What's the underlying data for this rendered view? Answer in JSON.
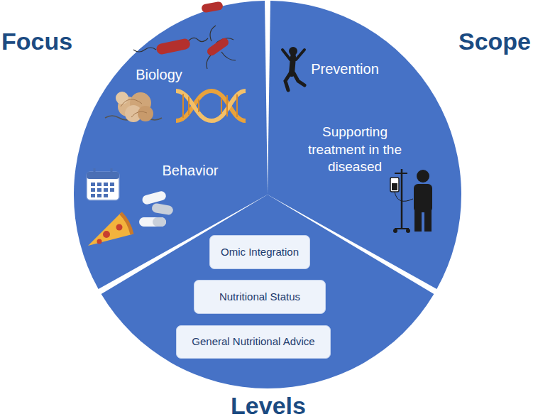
{
  "diagram": {
    "nodes": [
      {
        "text": [
          "Focus",
          "Biology",
          "Behavior"
        ]
      },
      {
        "text": [
          "Scope",
          "Prevention",
          "Supporting treatment in the diseased"
        ]
      },
      {
        "text": [
          "Levels"
        ]
      },
      {
        "text": [
          "Omic Integration"
        ],
        "in": 2
      },
      {
        "text": [
          "Nutritional Status"
        ],
        "in": 2
      },
      {
        "text": [
          "General Nutritional Advice"
        ],
        "in": 2
      }
    ]
  }
}
